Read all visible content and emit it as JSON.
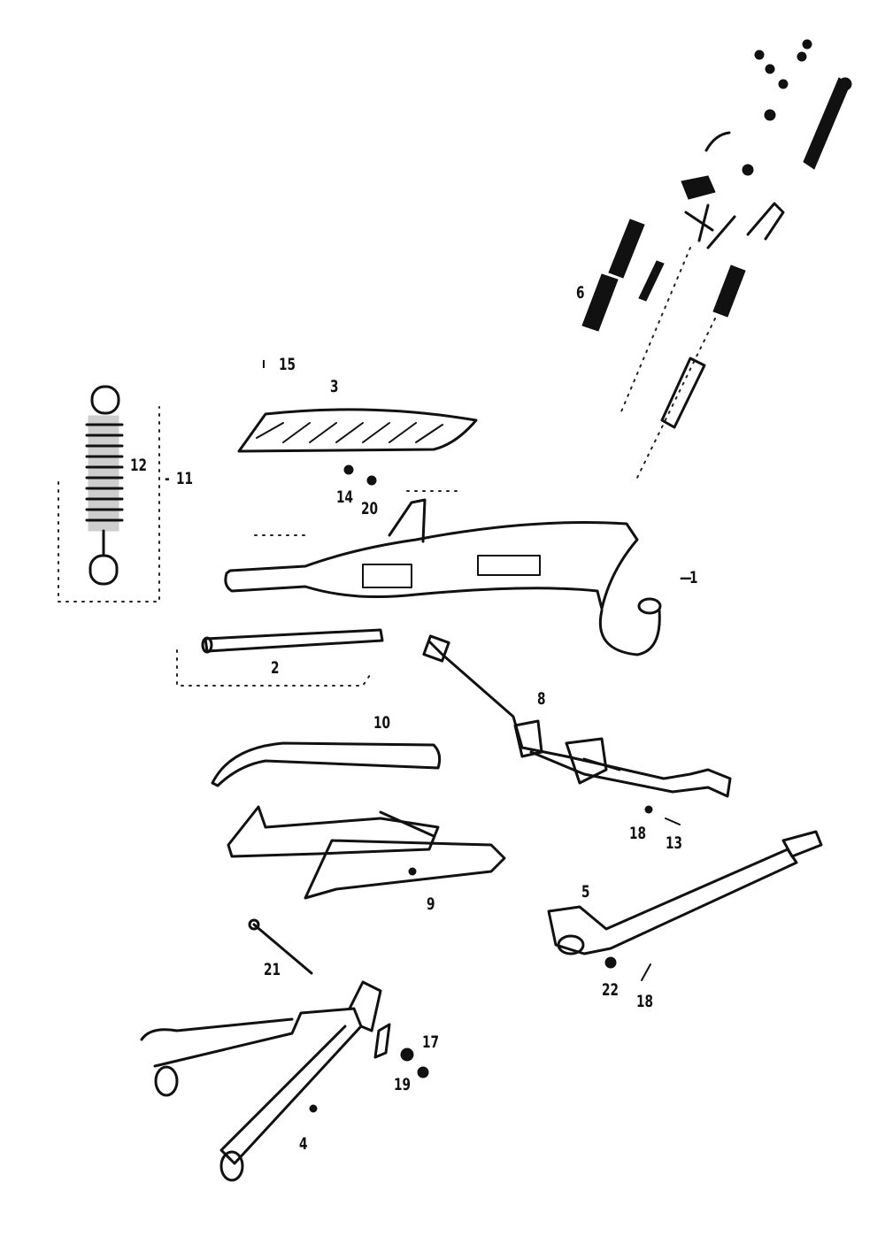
{
  "figure": {
    "title": "",
    "callouts": [
      {
        "id": "c1",
        "text": "1"
      },
      {
        "id": "c2",
        "text": "2"
      },
      {
        "id": "c3",
        "text": "3"
      },
      {
        "id": "c4",
        "text": "4"
      },
      {
        "id": "c5",
        "text": "5"
      },
      {
        "id": "c6",
        "text": "6"
      },
      {
        "id": "c8",
        "text": "8"
      },
      {
        "id": "c9",
        "text": "9"
      },
      {
        "id": "c10",
        "text": "10"
      },
      {
        "id": "c11",
        "text": "11"
      },
      {
        "id": "c12",
        "text": "12"
      },
      {
        "id": "c13",
        "text": "13"
      },
      {
        "id": "c14",
        "text": "14"
      },
      {
        "id": "c15",
        "text": "15"
      },
      {
        "id": "c17",
        "text": "17"
      },
      {
        "id": "c18a",
        "text": "18"
      },
      {
        "id": "c18b",
        "text": "18"
      },
      {
        "id": "c19",
        "text": "19"
      },
      {
        "id": "c20",
        "text": "20"
      },
      {
        "id": "c21",
        "text": "21"
      },
      {
        "id": "c22",
        "text": "22"
      }
    ]
  }
}
